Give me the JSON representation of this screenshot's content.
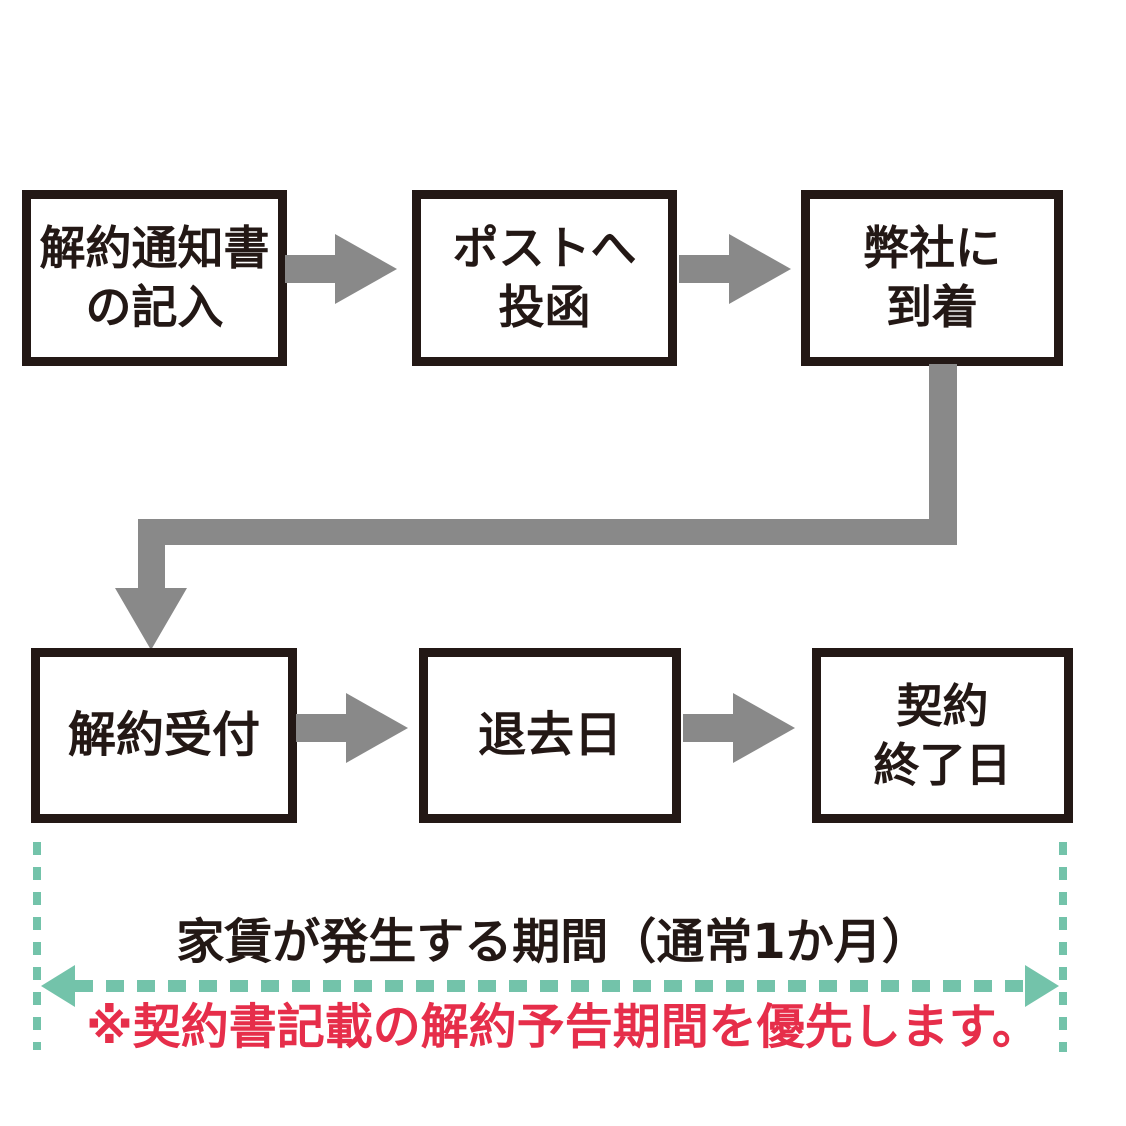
{
  "colors": {
    "bg": "#ffffff",
    "ink": "#231815",
    "gray": "#898989",
    "teal": "#73c3aa",
    "red": "#e62e4a"
  },
  "flow": {
    "top_row": [
      {
        "label": "解約通知書\nの記入"
      },
      {
        "label": "ポストへ\n投函"
      },
      {
        "label": "弊社に\n到着"
      }
    ],
    "bottom_row": [
      {
        "label": "解約受付"
      },
      {
        "label": "退去日"
      },
      {
        "label": "契約\n終了日"
      }
    ]
  },
  "bracket": {
    "title": "家賃が発生する期間（通常1か月）",
    "note": "※契約書記載の解約予告期間を優先します。"
  },
  "icons": {
    "flow_arrow": "arrow-right-icon",
    "elbow_connector": "elbow-arrow-down-icon",
    "span_arrow": "double-headed-dashed-arrow-icon"
  }
}
